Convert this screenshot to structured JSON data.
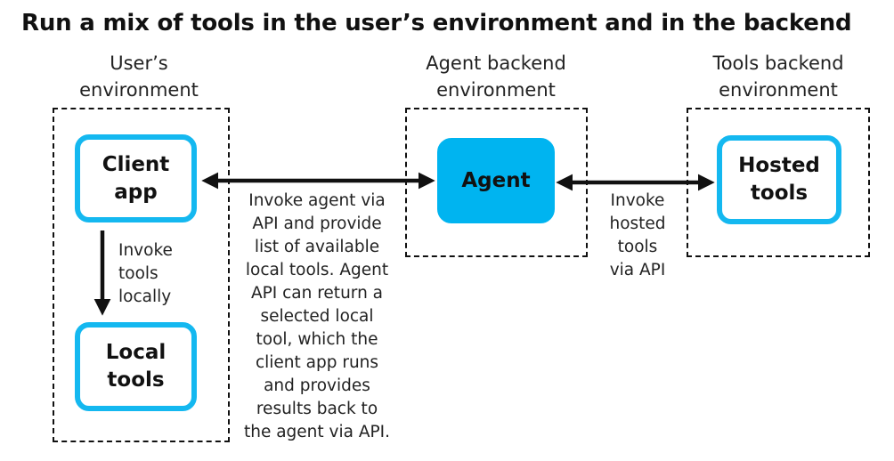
{
  "title": "Run a mix of tools in the user’s environment and in the backend",
  "environments": {
    "user": [
      "User’s",
      "environment"
    ],
    "agent_backend": [
      "Agent backend",
      "environment"
    ],
    "tools_backend": [
      "Tools backend",
      "environment"
    ]
  },
  "nodes": {
    "client_app": [
      "Client",
      "app"
    ],
    "local_tools": [
      "Local",
      "tools"
    ],
    "agent": "Agent",
    "hosted_tools": [
      "Hosted",
      "tools"
    ]
  },
  "annotations": {
    "invoke_locally": [
      "Invoke",
      "tools",
      "locally"
    ],
    "invoke_agent": [
      "Invoke agent via",
      "API and provide",
      "list of available",
      "local tools. Agent",
      "API can return a",
      "selected local",
      "tool, which the",
      "client app runs",
      "and provides",
      "results back to",
      "the agent via API."
    ],
    "invoke_hosted": [
      "Invoke",
      "hosted",
      "tools",
      "via API"
    ]
  },
  "colors": {
    "accent": "#14b8f0",
    "agent_fill": "#00b4f0",
    "line": "#111111"
  }
}
